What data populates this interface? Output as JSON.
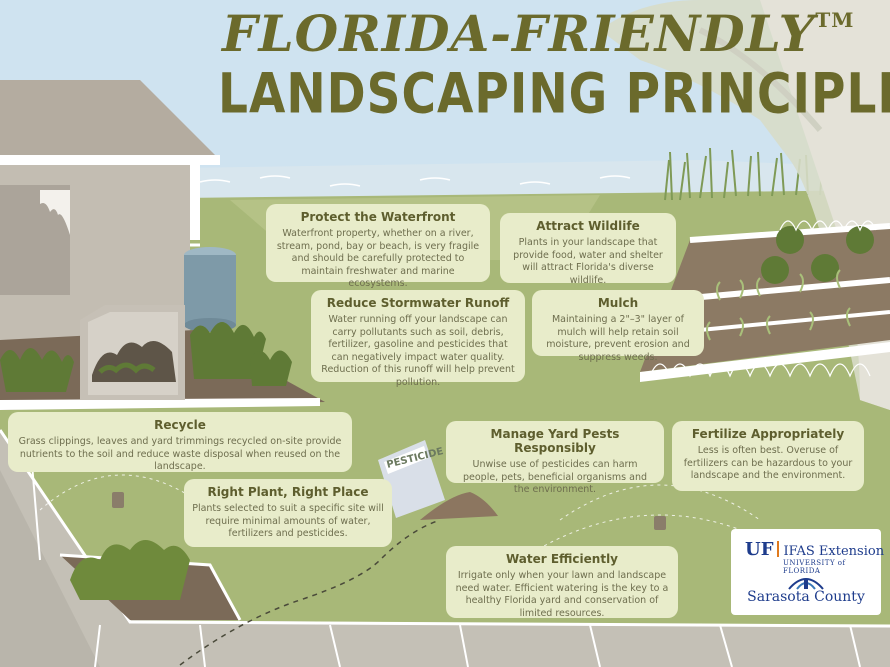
{
  "title": {
    "line1": "FLORIDA-FRIENDLY",
    "trademark": "TM",
    "line2": "LANDSCAPING PRINCIPLES"
  },
  "cards": [
    {
      "id": "protect",
      "title": "Protect the Waterfront",
      "text": "Waterfront property, whether on a river, stream, pond, bay or beach, is very fragile and should be carefully protected to maintain freshwater and marine ecosystems."
    },
    {
      "id": "wildlife",
      "title": "Attract Wildlife",
      "text": "Plants in your landscape that provide food, water and shelter will attract Florida's diverse wildlife."
    },
    {
      "id": "runoff",
      "title": "Reduce Stormwater Runoff",
      "text": "Water running off your landscape can carry pollutants such as soil, debris, fertilizer, gasoline and pesticides that can negatively impact water quality. Reduction of this runoff will help prevent pollution."
    },
    {
      "id": "mulch",
      "title": "Mulch",
      "text": "Maintaining a 2\"–3\" layer of mulch will help retain soil moisture, prevent erosion and suppress weeds."
    },
    {
      "id": "recycle",
      "title": "Recycle",
      "text": "Grass clippings, leaves and yard trimmings recycled on-site provide nutrients to the soil and reduce waste disposal when reused on the landscape."
    },
    {
      "id": "pests",
      "title": "Manage Yard Pests Responsibly",
      "text": "Unwise use of pesticides can harm people, pets, beneficial organisms and the environment."
    },
    {
      "id": "fertilize",
      "title": "Fertilize Appropriately",
      "text": "Less is often best. Overuse of fertilizers can be hazardous to your landscape and the environment."
    },
    {
      "id": "rightplant",
      "title": "Right Plant, Right Place",
      "text": "Plants selected to suit a specific site will require minimal amounts of water, fertilizers and pesticides."
    },
    {
      "id": "water",
      "title": "Water Efficiently",
      "text": "Irrigate only when your lawn and landscape need water. Efficient watering is the key to a healthy Florida yard and conservation of limited resources."
    }
  ],
  "sign": "PESTICIDE",
  "logos": {
    "uf_mark": "UF",
    "uf_name": "IFAS Extension",
    "uf_university": "UNIVERSITY of FLORIDA",
    "county": "Sarasota County"
  },
  "colors": {
    "sky": "#cfe3f0",
    "lawn": "#a8b878",
    "card": "#e8ecca",
    "title": "#6b6a2c",
    "logo_blue": "#1e3c8c"
  }
}
